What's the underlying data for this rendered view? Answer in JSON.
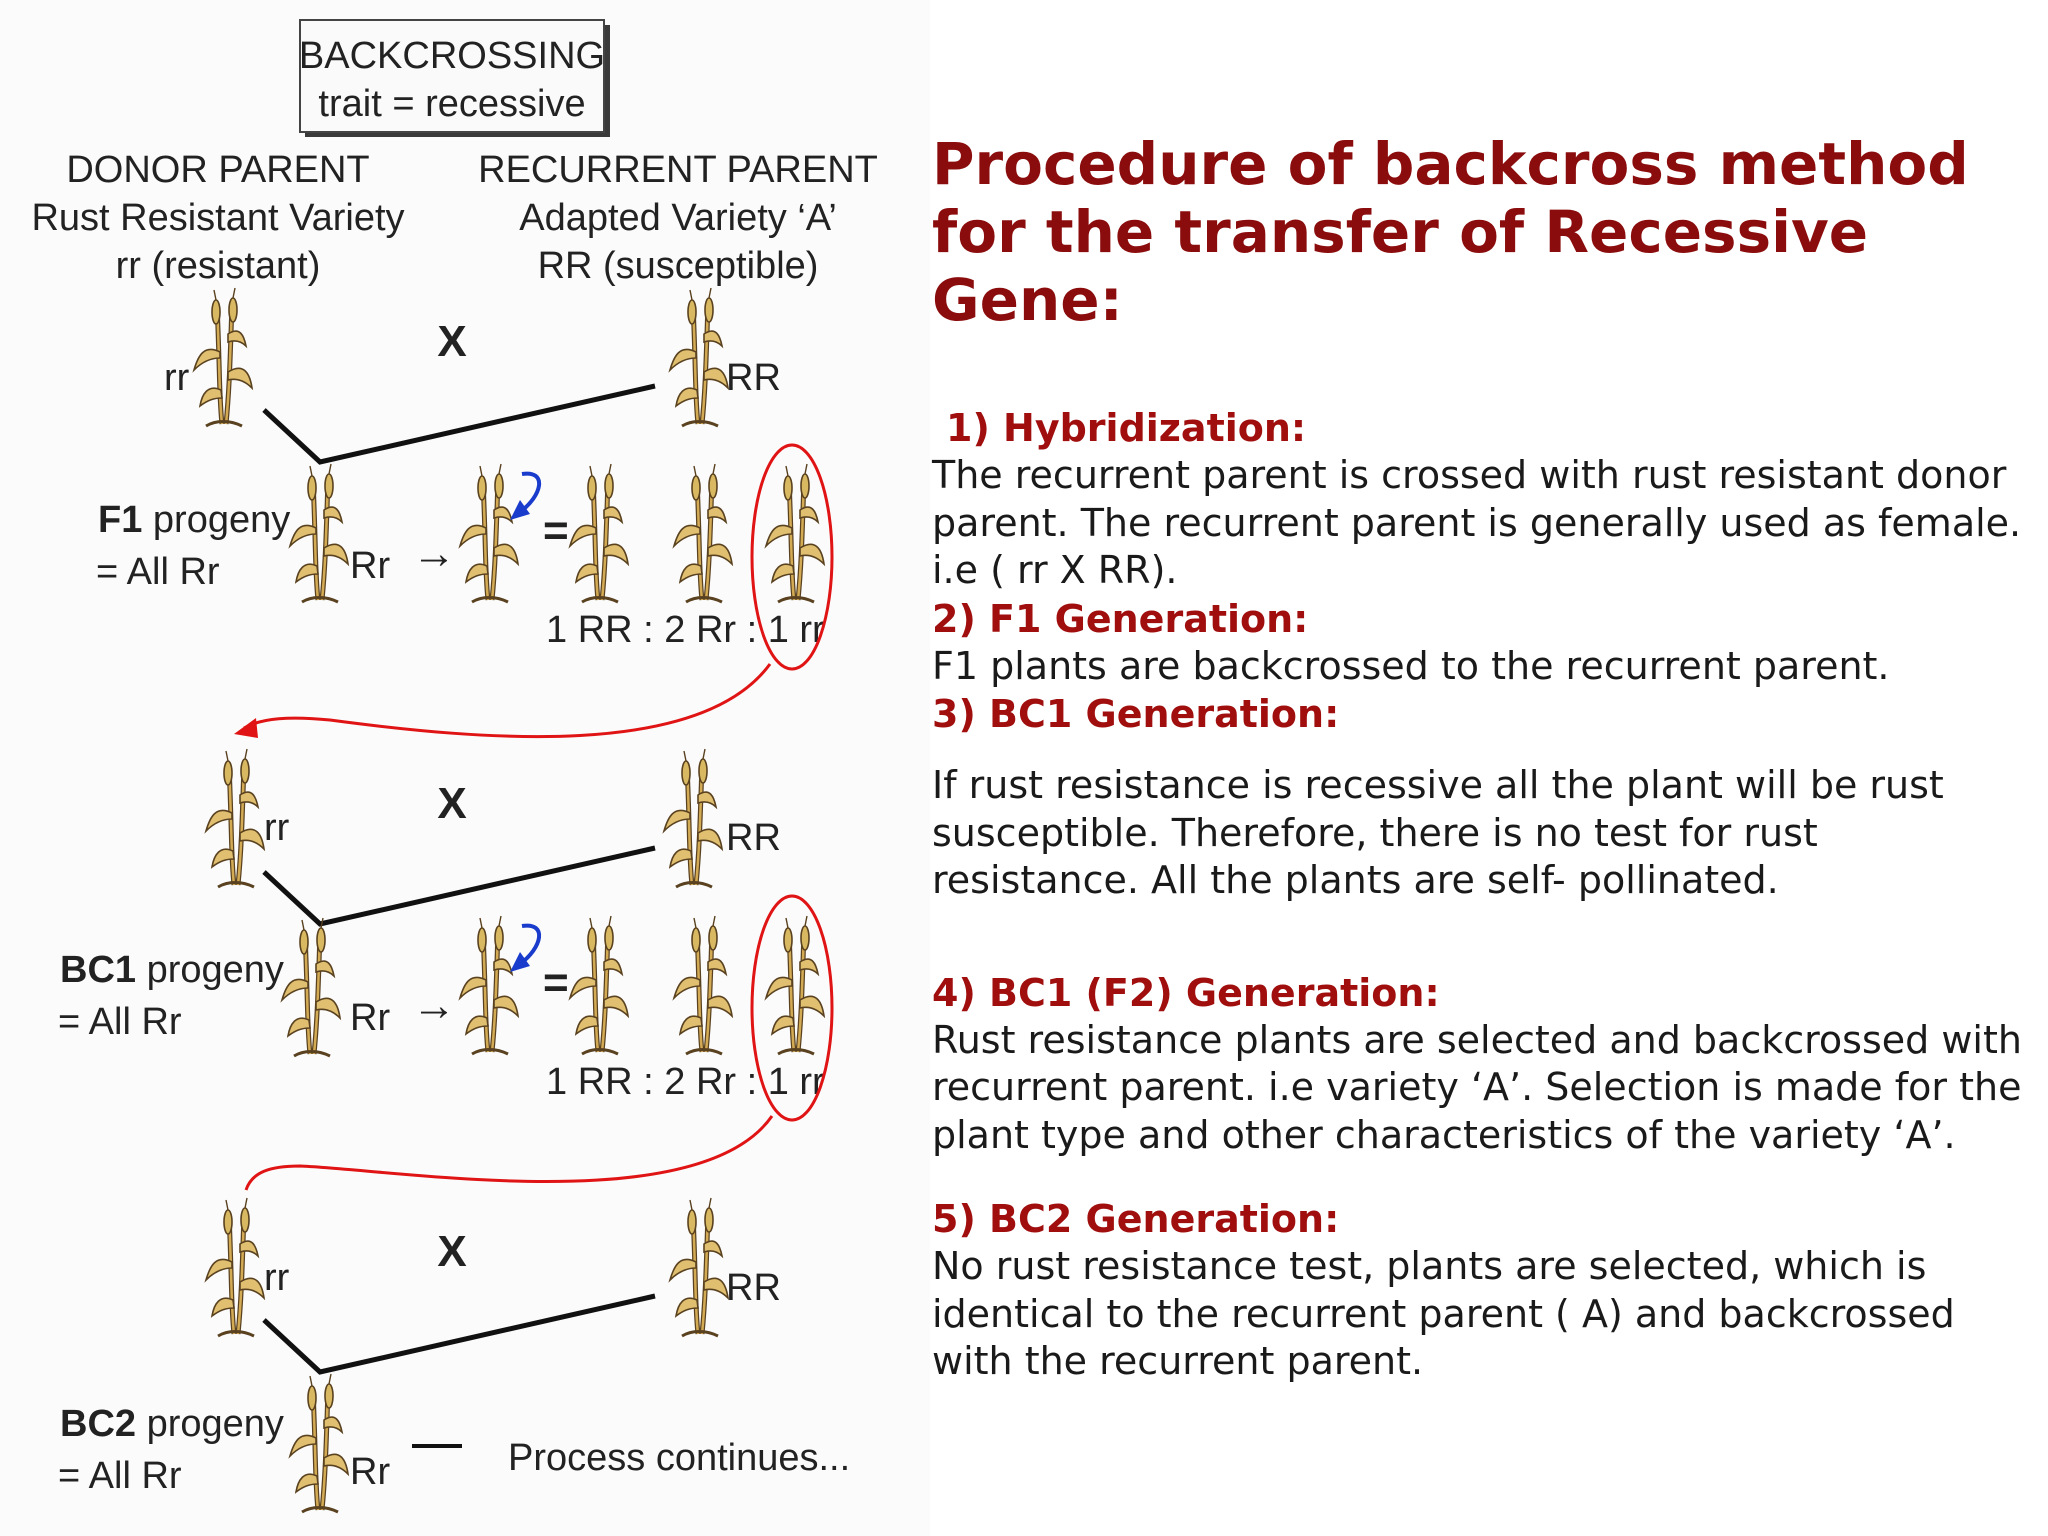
{
  "diagram": {
    "box_title": "BACKCROSSING",
    "box_subtitle": "trait = recessive",
    "donor": {
      "heading": "DONOR PARENT",
      "line1": "Rust Resistant Variety",
      "line2": "rr (resistant)"
    },
    "recurrent": {
      "heading": "RECURRENT PARENT",
      "line1": "Adapted Variety ‘A’",
      "line2": "RR (susceptible)"
    },
    "cross_symbol": "X",
    "genotype_rr": "rr",
    "genotype_RR": "RR",
    "genotype_Rr": "Rr",
    "f1_label": "F1",
    "bc1_label": "BC1",
    "bc2_label": "BC2",
    "progeny_word": "progeny",
    "all_rr": "= All Rr",
    "arrow_symbol": "→",
    "equals_symbol": "=",
    "ratio": "1 RR : 2 Rr : 1 rr",
    "dash_symbol": "—",
    "process_text": "Process continues...",
    "colors": {
      "selection_red": "#e01414",
      "self_arrow_blue": "#1a3ccc",
      "plant_stem": "#c8a04c",
      "plant_outline": "#5a4220"
    }
  },
  "panel": {
    "title": "Procedure of backcross method for the transfer of Recessive Gene:",
    "steps": [
      {
        "heading": "1) Hybridization:",
        "body": "The recurrent parent is crossed with rust resistant donor parent. The recurrent parent is generally used as female. i.e ( rr X RR)."
      },
      {
        "heading": "2) F1 Generation:",
        "body": "F1 plants are backcrossed to the recurrent parent."
      },
      {
        "heading": "3) BC1 Generation:",
        "body": "If rust resistance is recessive all the plant will be rust susceptible. Therefore, there is no test for rust resistance. All the plants are self- pollinated."
      },
      {
        "heading": "4) BC1 (F2) Generation:",
        "body": "Rust resistance plants are selected and backcrossed with recurrent parent. i.e variety ‘A’. Selection is made for the plant type and other characteristics of the variety ‘A’."
      },
      {
        "heading": "5) BC2 Generation:",
        "body": "No rust resistance test, plants are selected, which is identical to the recurrent parent ( A) and backcrossed with the recurrent parent."
      }
    ],
    "colors": {
      "title": "#8b0c0c",
      "heading": "#a00e0e",
      "body": "#1a1a1a"
    }
  }
}
